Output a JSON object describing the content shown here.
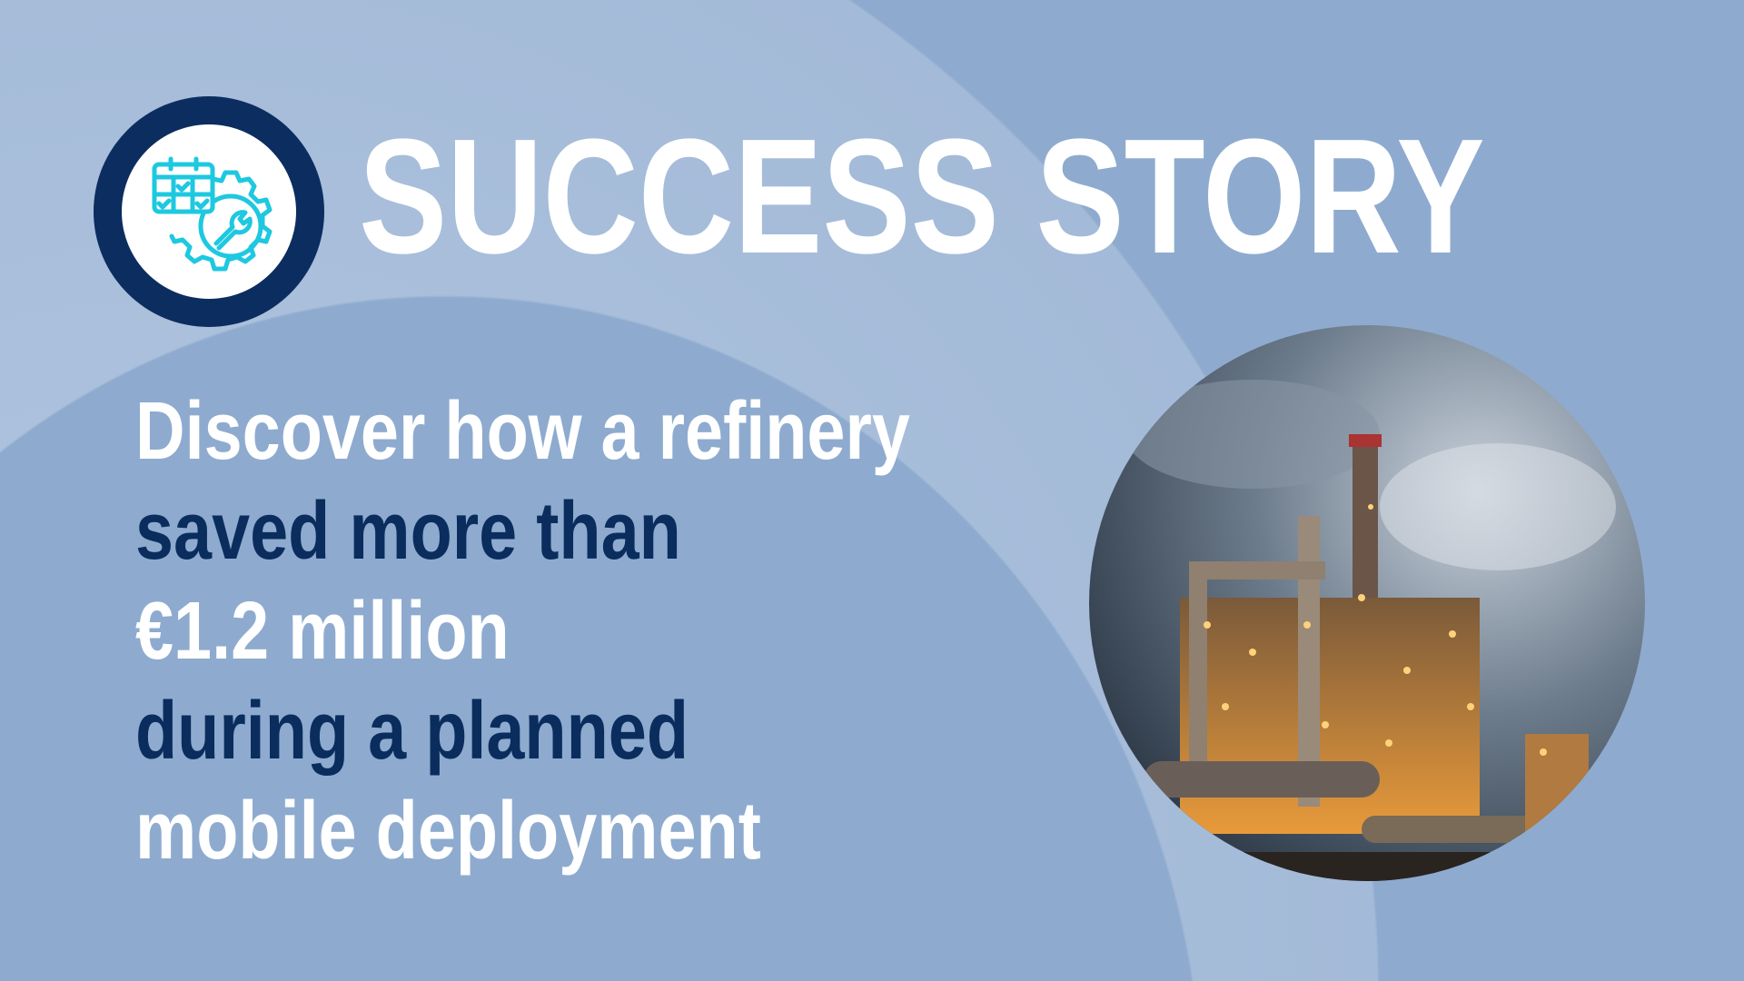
{
  "title": "SUCCESS STORY",
  "headline": [
    {
      "text": "Discover how a refinery",
      "color": "#ffffff"
    },
    {
      "text": "saved more than",
      "color": "#0a2d5e"
    },
    {
      "text": "€1.2 million",
      "color": "#ffffff"
    },
    {
      "text": "during a planned",
      "color": "#0a2d5e"
    },
    {
      "text": "mobile deployment",
      "color": "#ffffff"
    }
  ],
  "icons": {
    "logo": "calendar-gear-wrench-icon"
  },
  "colors": {
    "background": "#8eabcf",
    "band": "#b3c6df",
    "navy": "#0c2d5f",
    "icon": "#1ec8e0"
  }
}
